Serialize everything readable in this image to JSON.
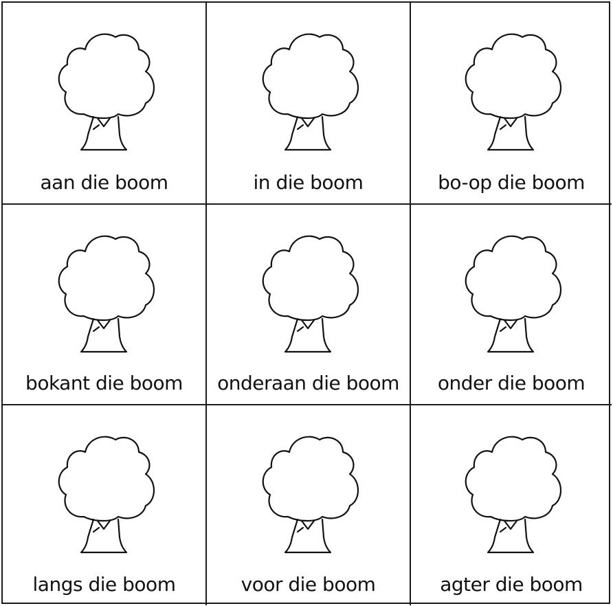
{
  "worksheet": {
    "cards": [
      {
        "label": "aan die boom",
        "icon": "tree-icon"
      },
      {
        "label": "in die boom",
        "icon": "tree-icon"
      },
      {
        "label": "bo-op die boom",
        "icon": "tree-icon"
      },
      {
        "label": "bokant die boom",
        "icon": "tree-icon"
      },
      {
        "label": "onderaan die boom",
        "icon": "tree-icon"
      },
      {
        "label": "onder die boom",
        "icon": "tree-icon"
      },
      {
        "label": "langs die boom",
        "icon": "tree-icon"
      },
      {
        "label": "voor die boom",
        "icon": "tree-icon"
      },
      {
        "label": "agter die boom",
        "icon": "tree-icon"
      }
    ]
  }
}
